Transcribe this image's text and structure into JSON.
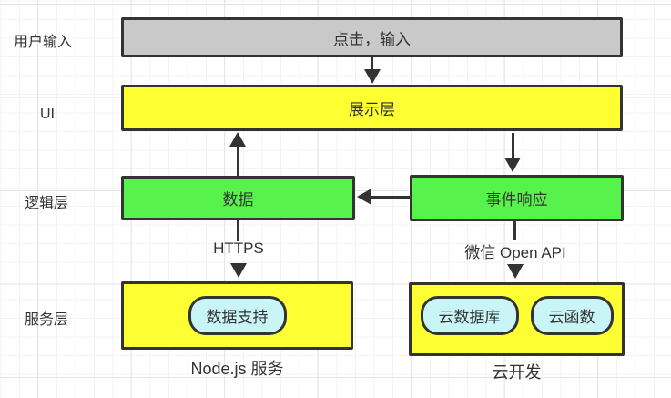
{
  "diagram": {
    "title_semantics": "WeChat mini-program architecture flow diagram",
    "row_labels": [
      {
        "text": "用户输入"
      },
      {
        "text": "UI"
      },
      {
        "text": "逻辑层"
      },
      {
        "text": "服务层"
      }
    ],
    "boxes": {
      "user_action": {
        "label": "点击，输入"
      },
      "presentation": {
        "label": "展示层"
      },
      "data": {
        "label": "数据"
      },
      "event_response": {
        "label": "事件响应"
      }
    },
    "service": {
      "node": {
        "pill": "数据支持",
        "caption": "Node.js 服务"
      },
      "cloud": {
        "pill_db": "云数据库",
        "pill_fn": "云函数",
        "caption": "云开发"
      }
    },
    "edge_labels": {
      "https": "HTTPS",
      "wechat_open_api": "微信 Open API"
    },
    "colors": {
      "ink": "#333333",
      "gray_fill": "#c9c9c9",
      "yellow_fill": "#fdff32",
      "green_fill": "#57f24b",
      "cyan_fill": "#c9f5f7",
      "grid_minor": "#f3f3f3",
      "grid_major": "#e6e6e6",
      "background": "#ffffff"
    }
  }
}
